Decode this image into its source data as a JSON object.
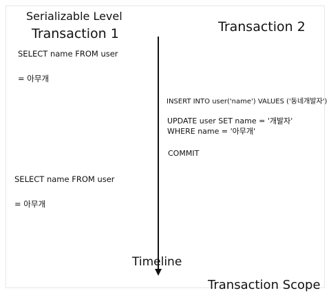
{
  "header": {
    "isolation_level": "Serializable Level",
    "transaction_1": "Transaction 1",
    "transaction_2": "Transaction 2"
  },
  "transaction_1_steps": [
    "SELECT name FROM user",
    "= 아무개",
    "SELECT name FROM user",
    "= 아무개"
  ],
  "transaction_2_steps": {
    "insert": "INSERT INTO user('name') VALUES ('동네개발자')",
    "update_line1": "UPDATE user SET name = '개발자'",
    "update_line2": "WHERE name = '아무개'",
    "commit": "COMMIT"
  },
  "timeline_label": "Timeline",
  "scope_label": "Transaction Scope"
}
